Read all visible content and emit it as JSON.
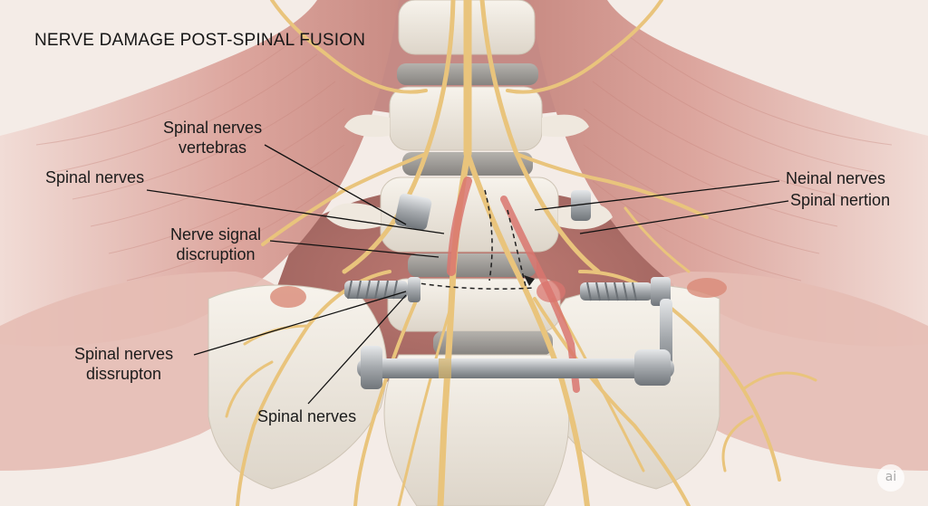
{
  "title": "NERVE DAMAGE POST-SPINAL FUSION",
  "labels": {
    "spinal_nerves_vertebras_line1": "Spinal nerves",
    "spinal_nerves_vertebras_line2": "vertebras",
    "spinal_nerves_left": "Spinal nerves",
    "nerve_signal_line1": "Nerve signal",
    "nerve_signal_line2": "discruption",
    "dissrupton_line1": "Spinal nerves",
    "dissrupton_line2": "dissrupton",
    "spinal_nerves_bottom": "Spinal nerves",
    "neinal_nerves": "Neinal nerves",
    "spinal_nertion": "Spinal nertion"
  },
  "badge": "ai",
  "colors": {
    "background": "#f3ebe6",
    "muscle": "#d9a79f",
    "bone": "#ece6dd",
    "disc": "#9b9893",
    "nerve": "#e8c37a",
    "damage": "#d9766f",
    "hardware": "#a7abae"
  }
}
